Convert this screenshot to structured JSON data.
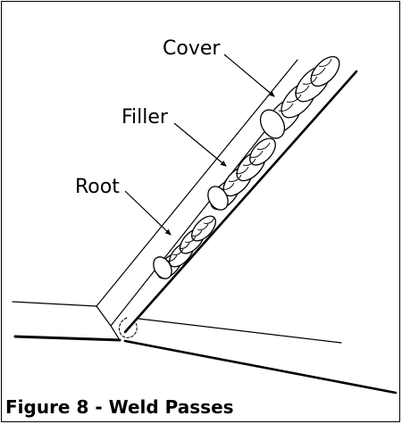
{
  "labels": {
    "cover": "Cover",
    "filler": "Filler",
    "root": "Root"
  },
  "caption": "Figure 8 - Weld Passes",
  "colors": {
    "line": "#000000",
    "background": "#ffffff"
  }
}
